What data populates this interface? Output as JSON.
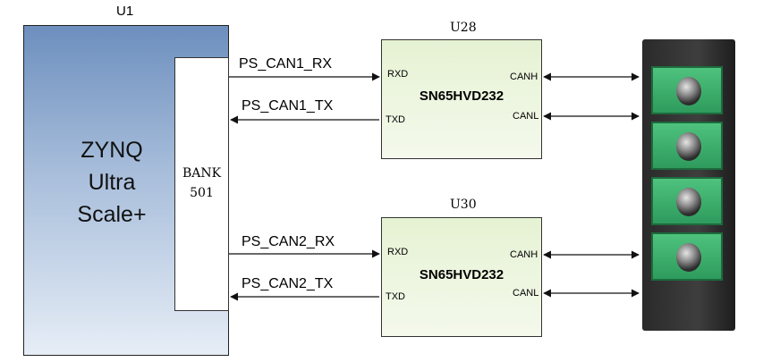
{
  "u1": {
    "ref": "U1",
    "name_lines": [
      "ZYNQ",
      "Ultra",
      "Scale+"
    ],
    "bank_lines": [
      "BANK",
      "501"
    ]
  },
  "transceivers": [
    {
      "ref": "U28",
      "part": "SN65HVD232",
      "pins": {
        "rxd": "RXD",
        "txd": "TXD",
        "canh": "CANH",
        "canl": "CANL"
      }
    },
    {
      "ref": "U30",
      "part": "SN65HVD232",
      "pins": {
        "rxd": "RXD",
        "txd": "TXD",
        "canh": "CANH",
        "canl": "CANL"
      }
    }
  ],
  "signals": {
    "can1_rx": "PS_CAN1_RX",
    "can1_tx": "PS_CAN1_TX",
    "can2_rx": "PS_CAN2_RX",
    "can2_tx": "PS_CAN2_TX"
  },
  "connector": {
    "terminal_count": 4,
    "body_color": "#2e9b5c"
  }
}
